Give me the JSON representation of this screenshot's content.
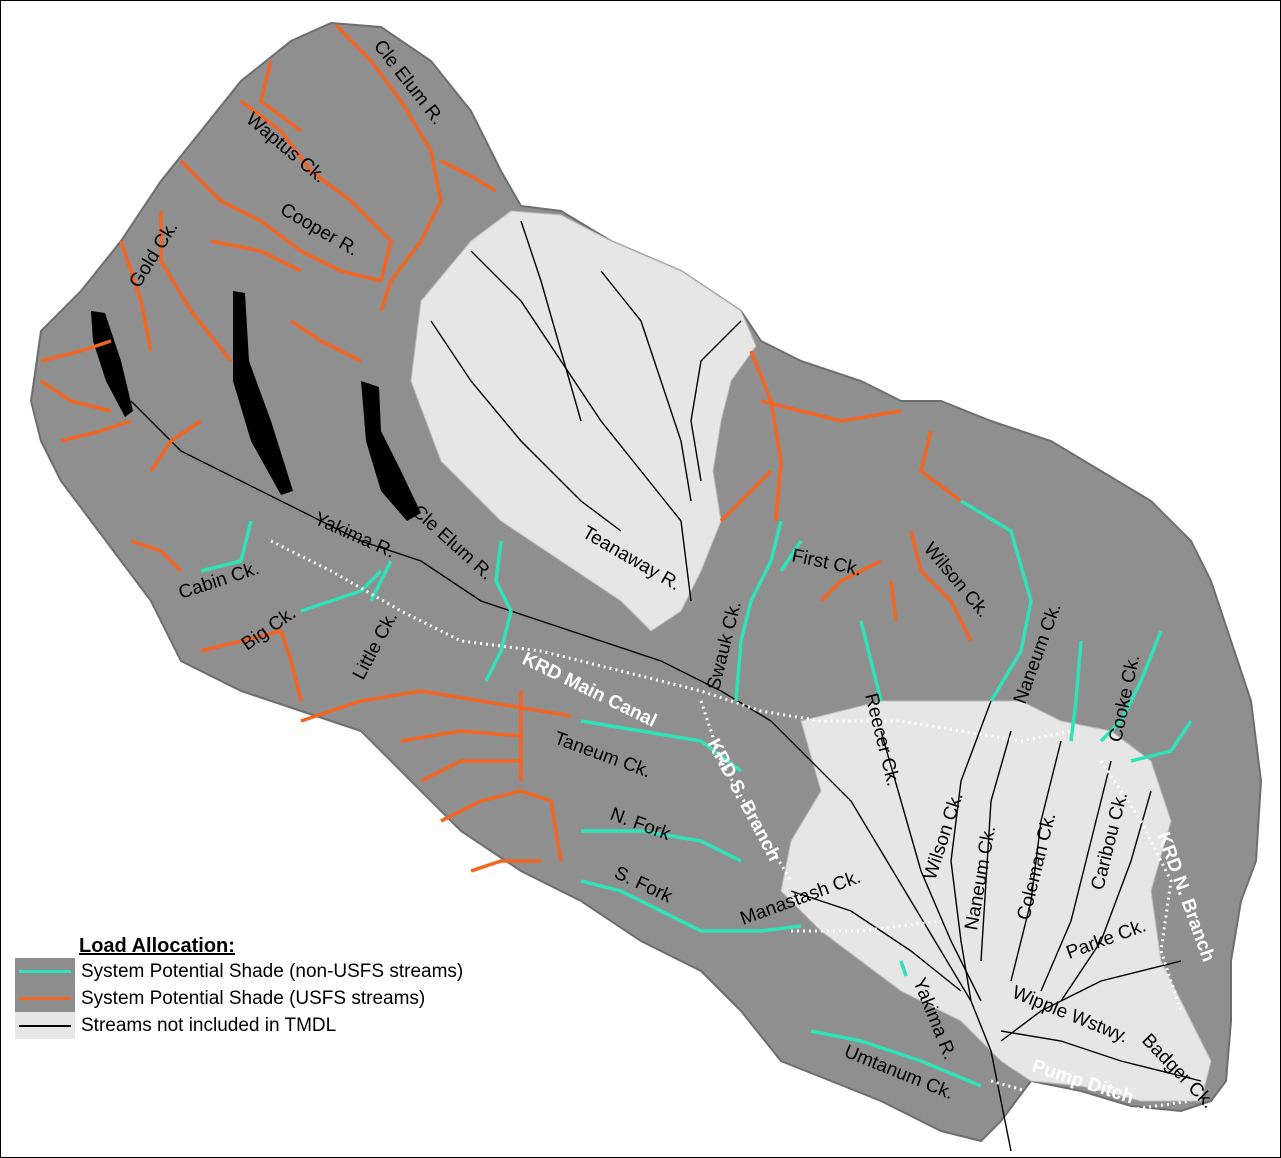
{
  "legend": {
    "title": "Load Allocation:",
    "items": [
      {
        "label": "System Potential Shade (non-USFS streams)",
        "color": "#2ee3b8",
        "kind": "non-usfs"
      },
      {
        "label": "System Potential Shade (USFS streams)",
        "color": "#f26522",
        "kind": "usfs"
      },
      {
        "label": "Streams not included in TMDL",
        "color": "#000000",
        "kind": "excluded"
      }
    ]
  },
  "colors": {
    "terrain": "#8f8f8f",
    "terrain_dark": "#7a7a7a",
    "excluded_area": "#e6e6e6",
    "lake": "#000000",
    "non_usfs": "#2ee3b8",
    "usfs": "#f26522",
    "canal": "#ffffff"
  },
  "labels": {
    "cle_elum_r_top": "Cle Elum R.",
    "waptus": "Waptus Ck.",
    "cooper": "Cooper R.",
    "gold": "Gold Ck.",
    "teanaway": "Teanaway R.",
    "cle_elum_r_mid": "Cle Elum R.",
    "yakima_r_top": "Yakima R.",
    "cabin": "Cabin Ck.",
    "big": "Big Ck.",
    "little": "Little Ck.",
    "swauk": "Swauk Ck.",
    "first": "First Ck.",
    "wilson_top": "Wilson Ck.",
    "naneum_top": "Naneum Ck.",
    "cooke": "Cooke Ck.",
    "reecer": "Reecer Ck.",
    "wilson_low": "Wilson Ck.",
    "naneum_low": "Naneum Ck.",
    "coleman": "Coleman Ck.",
    "caribou": "Caribou Ck.",
    "parke": "Parke Ck.",
    "taneum": "Taneum Ck.",
    "n_fork": "N. Fork",
    "s_fork": "S. Fork",
    "manastash": "Manastash Ck.",
    "wipple": "Wipple Wstwy.",
    "badger": "Badger Ck.",
    "yakima_r_low": "Yakima R.",
    "umtanum": "Umtanum Ck.",
    "krd_main": "KRD Main Canal",
    "krd_s": "KRD S. Branch",
    "krd_n": "KRD N. Branch",
    "pump": "Pump Ditch"
  }
}
